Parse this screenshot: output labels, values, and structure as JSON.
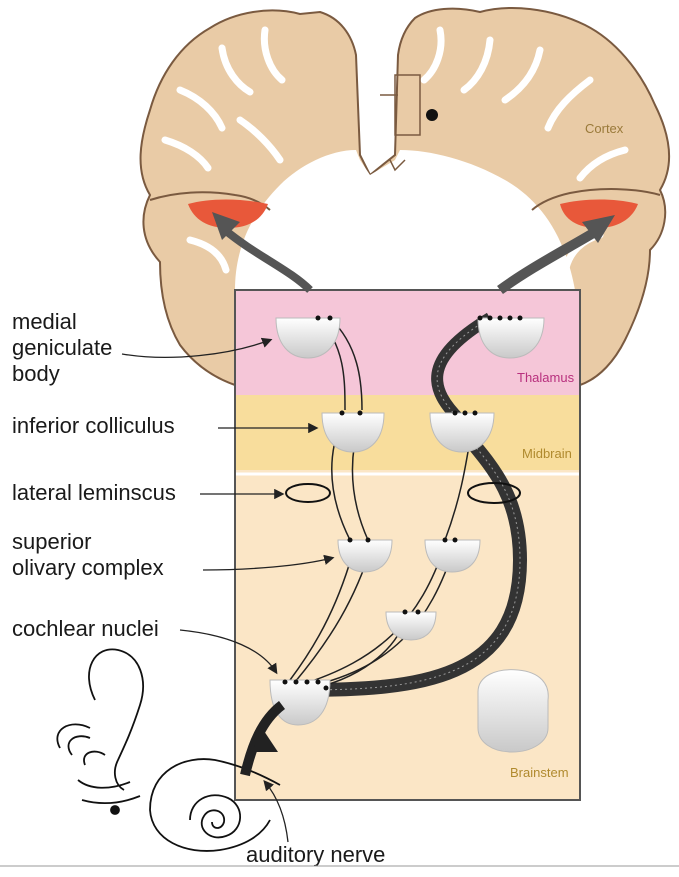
{
  "labels": {
    "medial_geniculate": [
      "medial",
      "geniculate",
      "body"
    ],
    "inferior_colliculus": "inferior colliculus",
    "lateral_lemniscus": "lateral leminscus",
    "superior_olivary": [
      "superior",
      "olivary complex"
    ],
    "cochlear_nuclei": "cochlear nuclei",
    "auditory_nerve": "auditory nerve"
  },
  "regions": {
    "cortex": "Cortex",
    "thalamus": "Thalamus",
    "midbrain": "Midbrain",
    "brainstem": "Brainstem"
  },
  "colors": {
    "brain_tissue": "#e9cba6",
    "brain_outline": "#7a5a40",
    "auditory_cortex": "#e8583a",
    "thalamus_band": "#f5c6d8",
    "midbrain_band": "#f8dd9c",
    "brainstem_band": "#fbe6c6",
    "thalamus_text": "#b8307e",
    "midbrain_text": "#b08a2e",
    "brainstem_text": "#b08a2e",
    "cortex_text": "#9a7a3a"
  }
}
